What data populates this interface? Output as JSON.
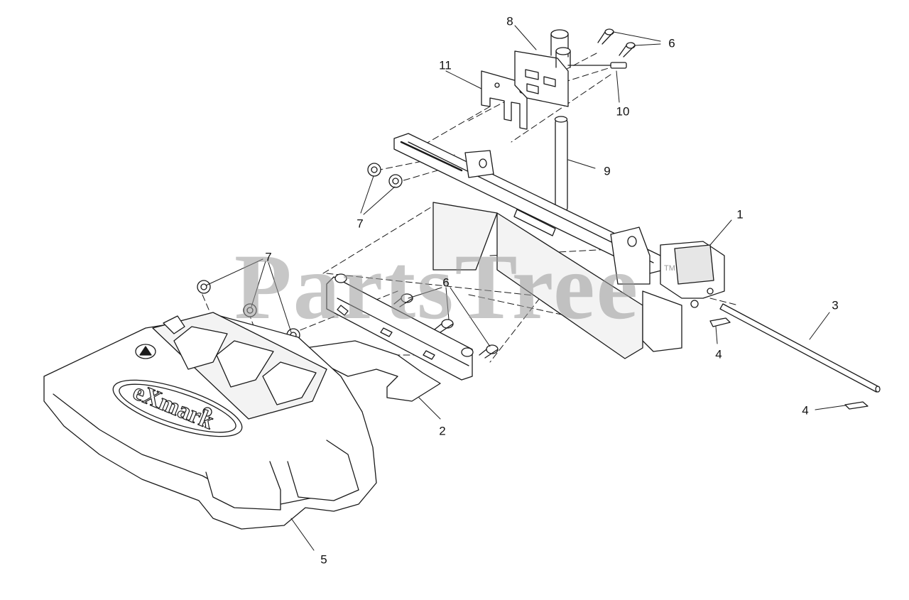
{
  "diagram": {
    "callouts": {
      "c1": "1",
      "c2": "2",
      "c3": "3",
      "c4a": "4",
      "c4b": "4",
      "c5": "5",
      "c6a": "6",
      "c6b": "6",
      "c7a": "7",
      "c7b": "7",
      "c8": "8",
      "c9": "9",
      "c10": "10",
      "c11": "11"
    },
    "watermark": "PartsTree",
    "trademark": "TM",
    "logo_text": "eXmark"
  },
  "colors": {
    "line": "#1a1a1a",
    "fill": "#ffffff",
    "shade": "#e6e6e6",
    "watermark": "#9a9a9a"
  }
}
